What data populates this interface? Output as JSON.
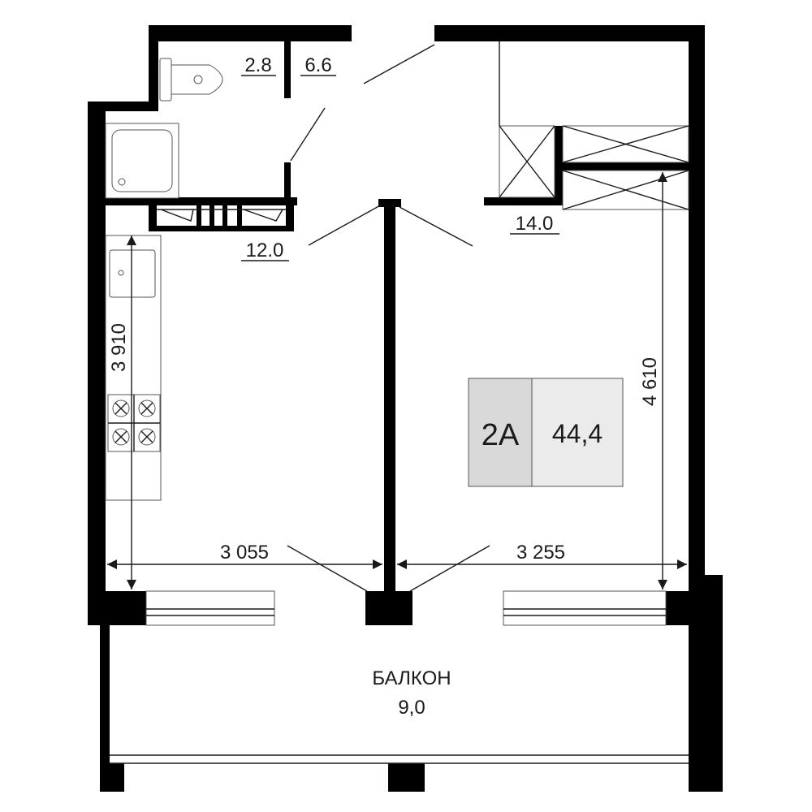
{
  "unit": {
    "code": "2A",
    "area": "44,4",
    "code_fill": "#d9d9d9",
    "area_fill": "#ebebeb"
  },
  "rooms": {
    "wc_area": "2.8",
    "hall_area": "6.6",
    "kitchen_area": "12.0",
    "living_area": "14.0",
    "balcony_name": "БАЛКОН",
    "balcony_area": "9,0"
  },
  "dimensions": {
    "left_width": "3 055",
    "right_width": "3 255",
    "kitchen_depth": "3 910",
    "room_depth": "4 610"
  },
  "colors": {
    "wall": "#000000",
    "line": "#1a1a1a"
  }
}
